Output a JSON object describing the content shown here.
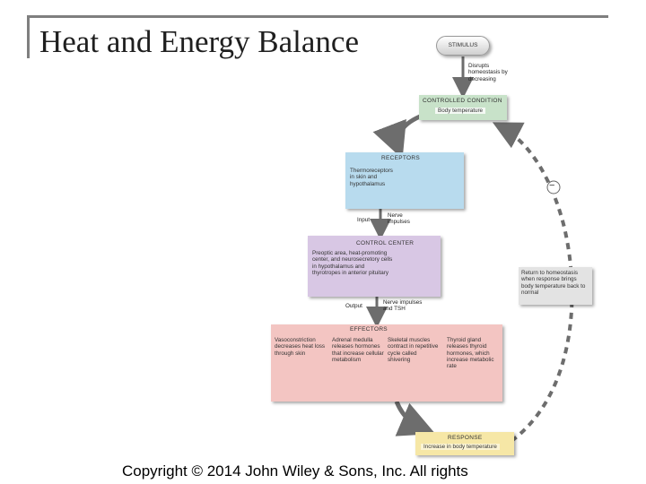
{
  "title": "Heat and Energy Balance",
  "copyright": "Copyright © 2014 John Wiley & Sons, Inc. All rights",
  "diagram": {
    "stimulus": "STIMULUS",
    "disrupts": "Disrupts homeostasis by decreasing",
    "controlled_condition": {
      "header": "CONTROLLED CONDITION",
      "body": "Body temperature"
    },
    "receptors": {
      "header": "RECEPTORS",
      "body": "Thermoreceptors in skin and hypothalamus"
    },
    "input_label": "Input",
    "nerve_impulses": "Nerve impulses",
    "control_center": {
      "header": "CONTROL CENTER",
      "body": "Preoptic area, heat-promoting center, and neurosecretory cells in hypothalamus and thyrotropes in anterior pituitary"
    },
    "output_label": "Output",
    "nerve_impulses_tsh": "Nerve impulses and TSH",
    "effectors": {
      "header": "EFFECTORS",
      "items": [
        "Vasoconstriction decreases heat loss through skin",
        "Adrenal medulla releases hormones that increase cellular metabolism",
        "Skeletal muscles contract in repetitive cycle called shivering",
        "Thyroid gland releases thyroid hormones, which increase metabolic rate"
      ]
    },
    "response": {
      "header": "RESPONSE",
      "body": "Increase in body temperature"
    },
    "feedback_note": "Return to homeostasis when response brings body temperature back to normal",
    "feedback_sign": "−"
  },
  "colors": {
    "green_box": "#c8e2c9",
    "blue_box": "#b8dbee",
    "purple_box": "#d8c7e4",
    "pink_box": "#f3c5c2",
    "yellow_box": "#f6e7a6",
    "gray_note": "#e3e3e3",
    "arrow": "#6d6d6d"
  }
}
